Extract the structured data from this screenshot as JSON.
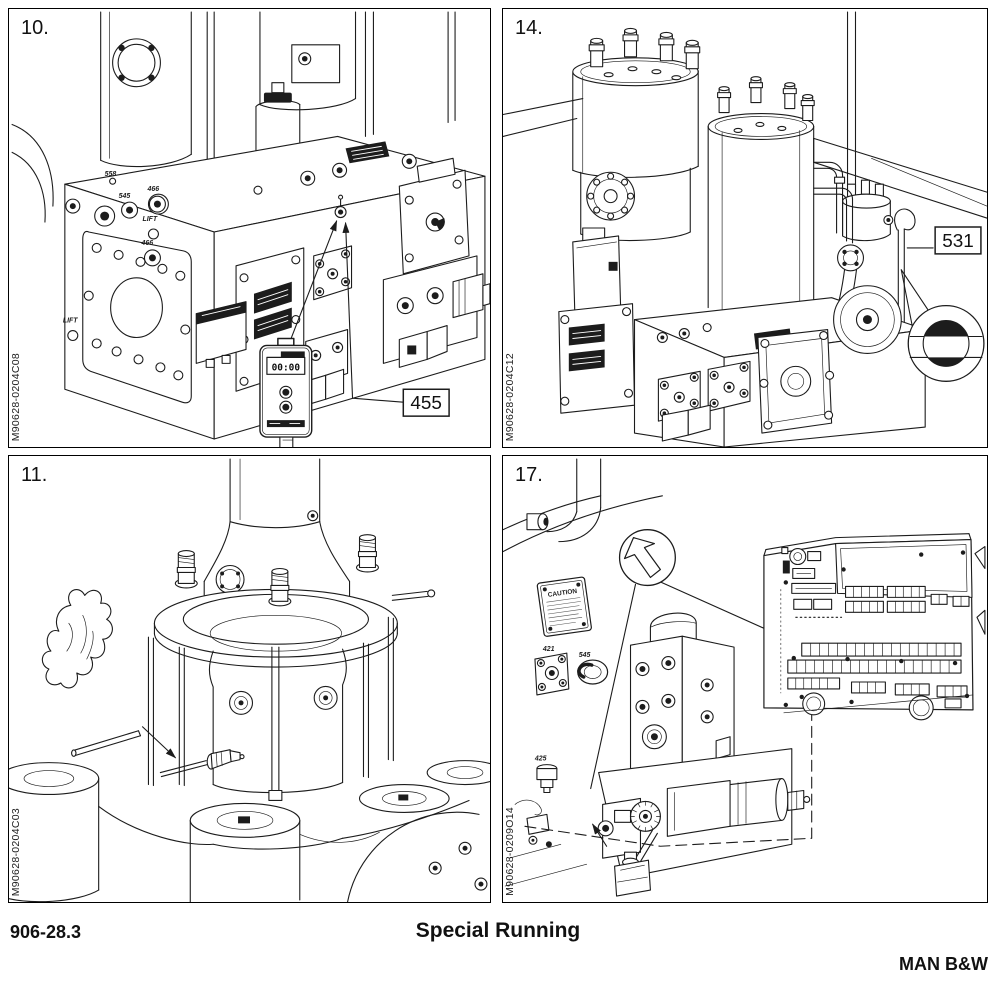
{
  "document": {
    "section_number": "906-28.3",
    "title": "Special Running",
    "brand": "MAN B&W"
  },
  "panels": [
    {
      "number": "10.",
      "photo_id": "M90628-0204C08",
      "callout": "455",
      "timer": {
        "display": "00:00"
      },
      "tiny_labels": [
        "558",
        "545",
        "466",
        "466",
        "LIFT",
        "LIFT"
      ]
    },
    {
      "number": "14.",
      "photo_id": "M90628-0204C12",
      "callout": "531"
    },
    {
      "number": "11.",
      "photo_id": "M90628-0204C03"
    },
    {
      "number": "17.",
      "photo_id": "M90628-0209O14",
      "caution": "CAUTION",
      "tiny_labels": [
        "421",
        "545",
        "425"
      ]
    }
  ]
}
